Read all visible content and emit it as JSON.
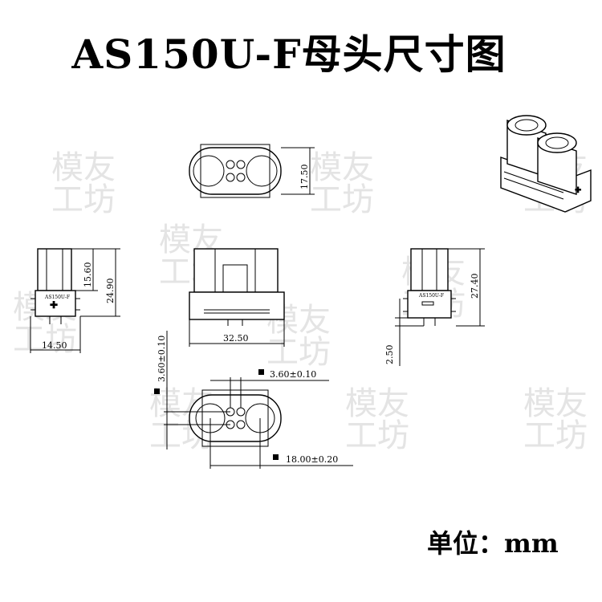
{
  "title": "AS150U-F母头尺寸图",
  "unit_label": "单位：mm",
  "watermark": {
    "line1": "模友",
    "line2": "工坊"
  },
  "dimensions": {
    "top_view_height": "17.50",
    "side_body_height": "15.60",
    "side_total_height": "24.90",
    "side_width": "14.50",
    "front_width": "32.50",
    "right_total_height": "27.40",
    "right_pin_offset": "2.50",
    "bottom_vertical_pitch": "3.60±0.10",
    "bottom_horizontal_pitch": "3.60±0.10",
    "bottom_center_distance": "18.00±0.20"
  },
  "part_marking": "AS150U-F",
  "colors": {
    "line": "#000000",
    "watermark": "#e4e4e4",
    "background": "#ffffff"
  }
}
